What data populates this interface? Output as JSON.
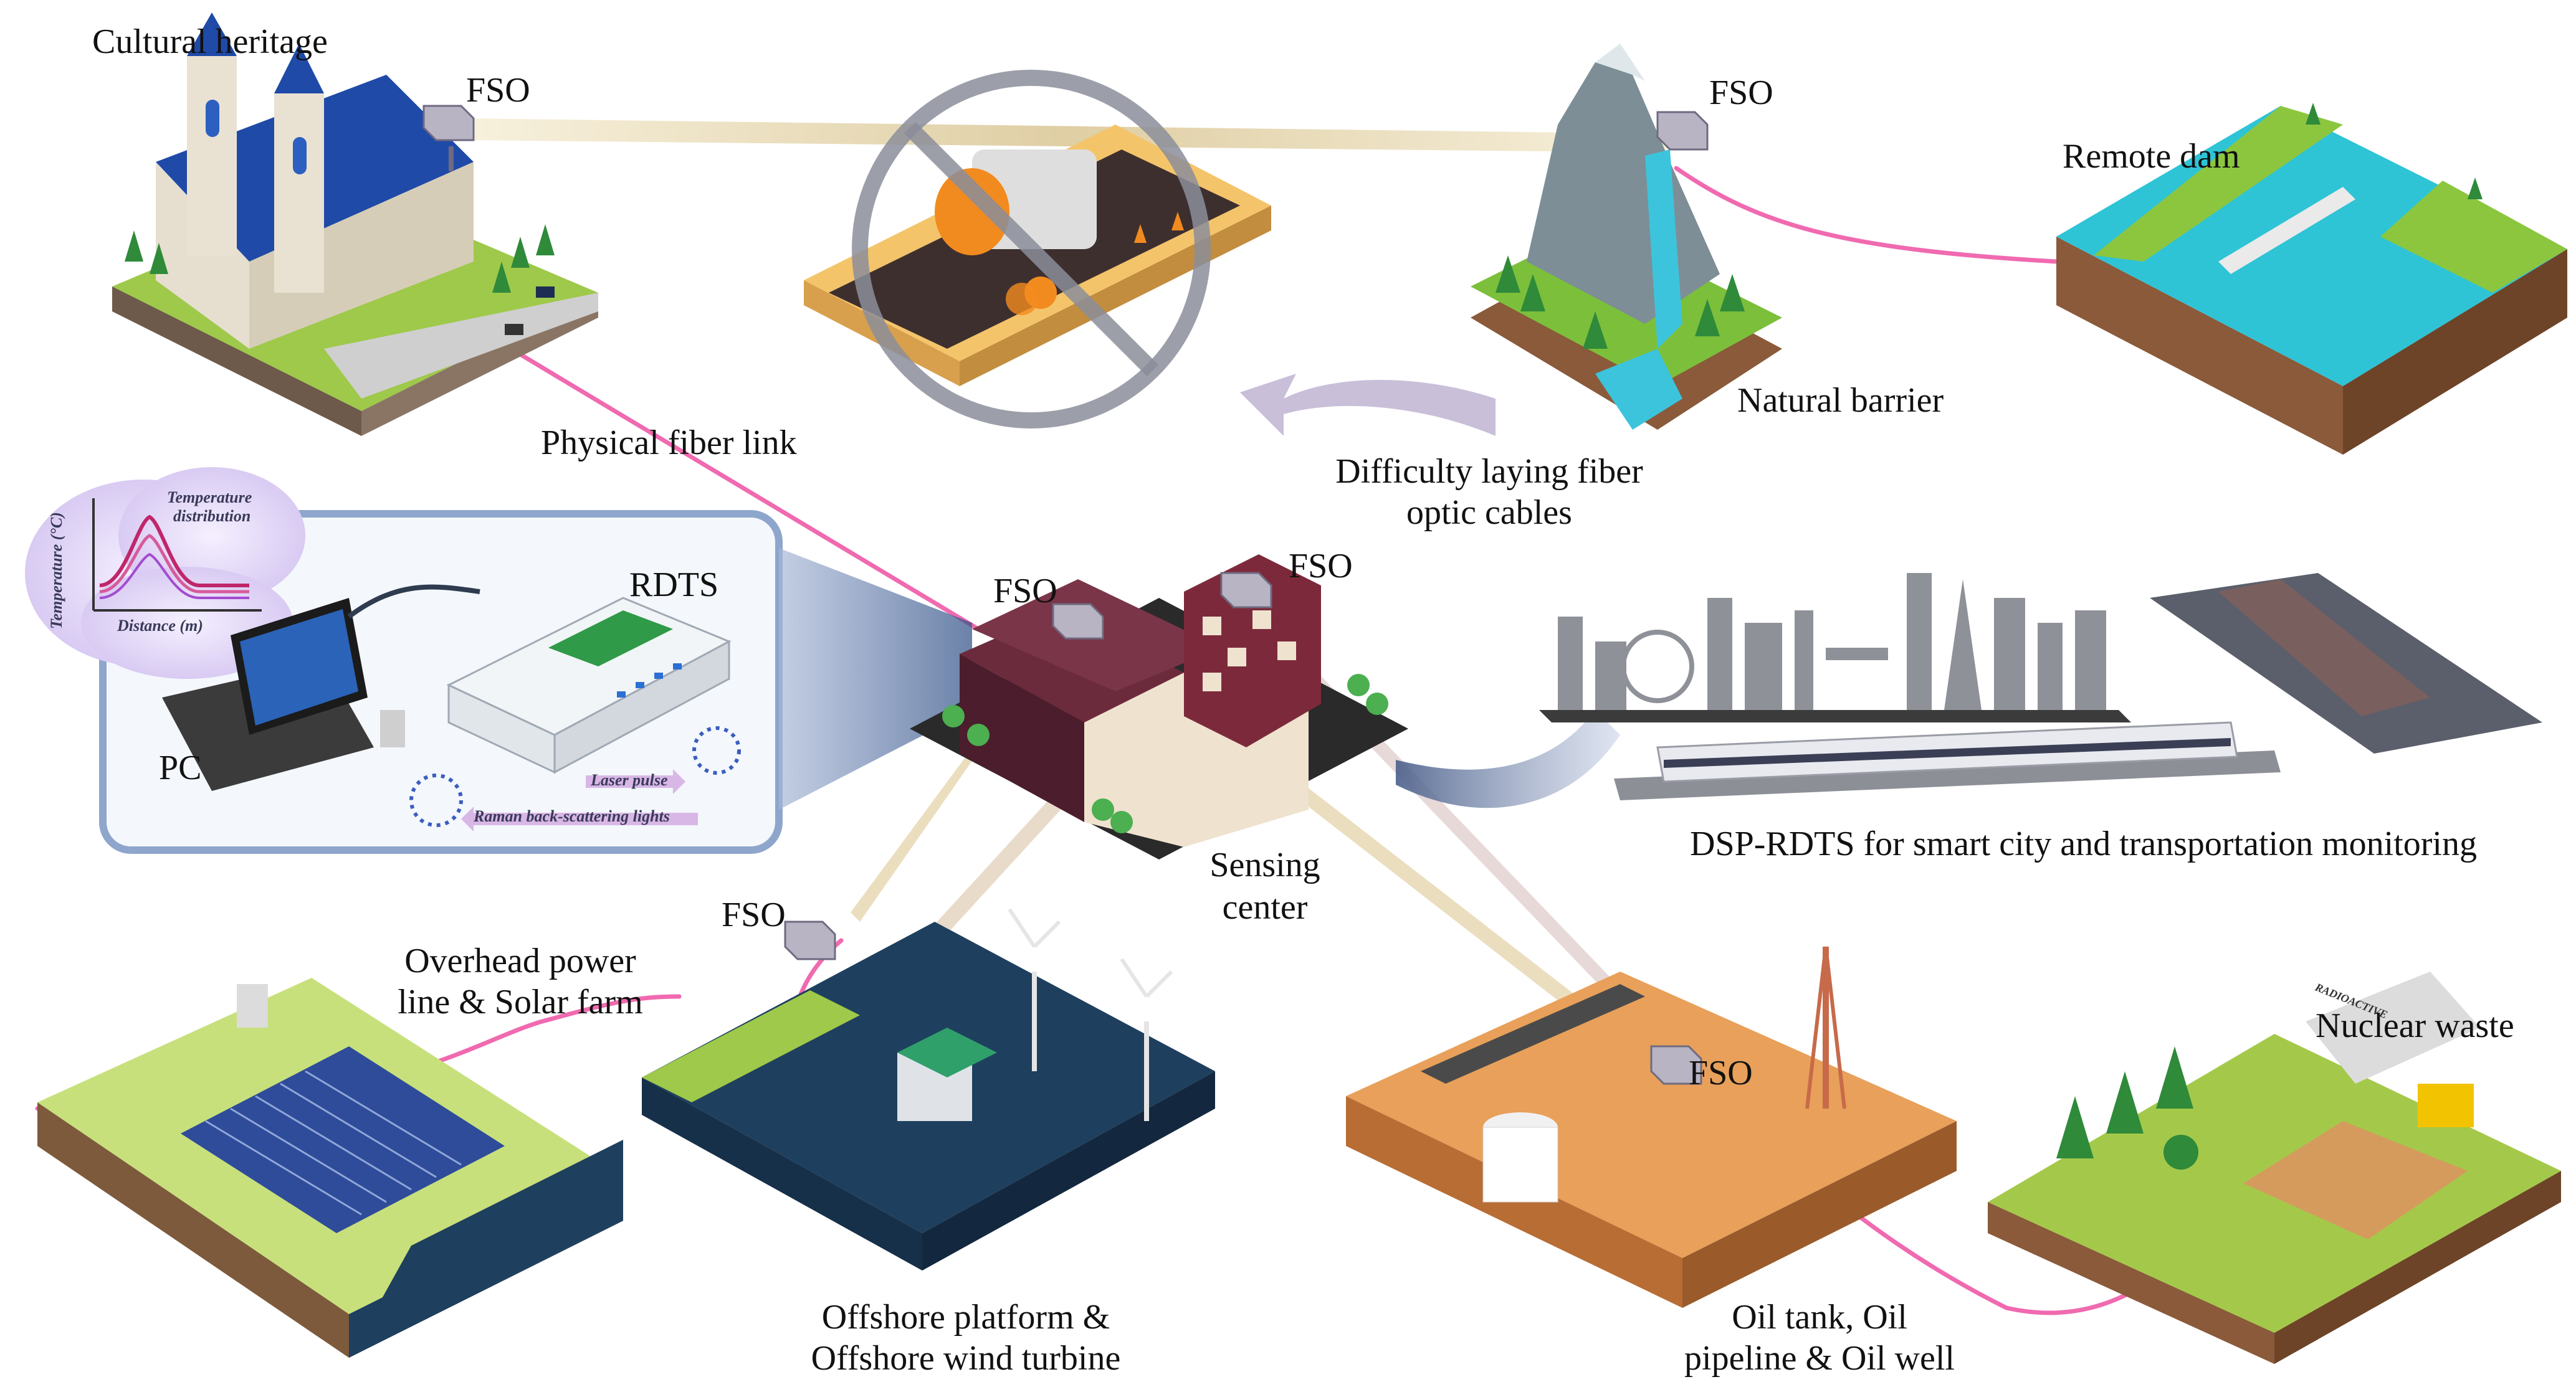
{
  "labels": {
    "cultural_heritage": "Cultural heritage",
    "fso_church": "FSO",
    "fso_mountain": "FSO",
    "remote_dam": "Remote dam",
    "natural_barrier": "Natural barrier",
    "difficulty_line1": "Difficulty laying fiber",
    "difficulty_line2": "optic cables",
    "physical_fiber_link": "Physical fiber link",
    "rdts": "RDTS",
    "pc": "PC",
    "temperature_distribution_1": "Temperature",
    "temperature_distribution_2": "distribution",
    "temperature_axis": "Temperature (°C)",
    "distance_axis": "Distance (m)",
    "laser_pulse": "Laser pulse",
    "raman": "Raman back-scattering lights",
    "fso_center_left": "FSO",
    "fso_center_right": "FSO",
    "sensing_center_1": "Sensing",
    "sensing_center_2": "center",
    "smart_city": "DSP-RDTS for smart city and transportation monitoring",
    "fso_offshore": "FSO",
    "overhead_1": "Overhead power",
    "overhead_2": "line & Solar farm",
    "offshore_1": "Offshore platform &",
    "offshore_2": "Offshore wind turbine",
    "fso_oil": "FSO",
    "oil_1": "Oil tank, Oil",
    "oil_2": "pipeline & Oil well",
    "nuclear_waste": "Nuclear waste",
    "radioactive": "RADIOACTIVE"
  },
  "colors": {
    "fiber": "#f06ab0",
    "beam": "#e8d9b0",
    "ground_green": "#8cc63f",
    "water": "#2ec4d6",
    "sea": "#1f3f5e",
    "desert": "#e8a05a",
    "building": "#5a1f2e",
    "church_roof": "#1f4aa8"
  }
}
